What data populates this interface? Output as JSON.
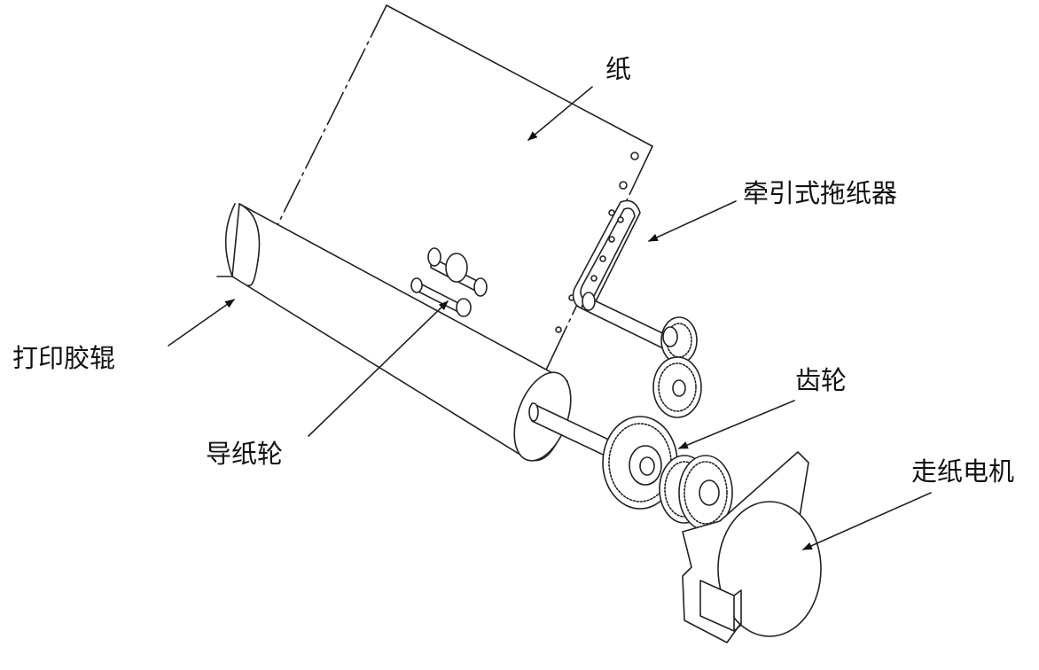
{
  "labels": {
    "paper": "纸",
    "tractor_feeder": "牵引式拖纸器",
    "print_roller": "打印胶辊",
    "guide_wheel": "导纸轮",
    "gear": "齿轮",
    "feed_motor": "走纸电机"
  }
}
